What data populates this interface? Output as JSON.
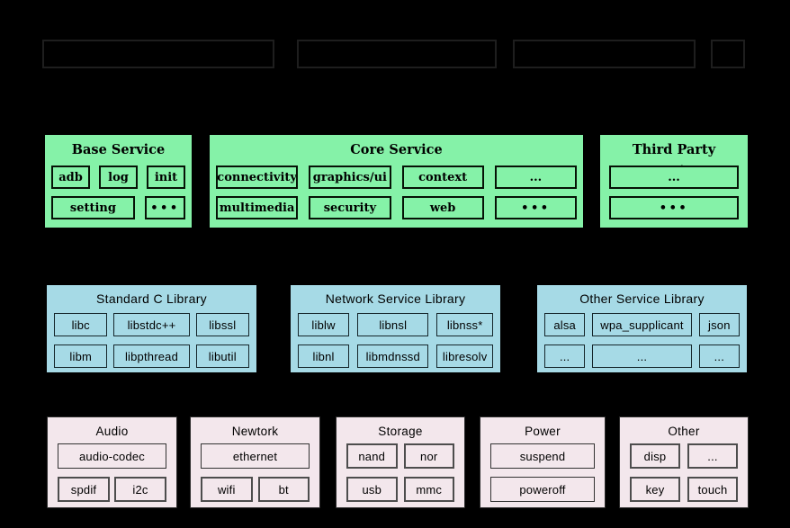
{
  "colors": {
    "background": "#000000",
    "top_box_border": "#1e1e1e",
    "service_bg": "#85f2a8",
    "library_bg": "#a6dae6",
    "driver_bg": "#f3e7ec",
    "text": "#000000"
  },
  "top_row": {
    "box_count": 4
  },
  "service_layer": {
    "panels": [
      {
        "title": "Base Service",
        "rows": [
          [
            "adb",
            "log",
            "init"
          ],
          [
            "setting",
            "•••"
          ]
        ]
      },
      {
        "title": "Core Service",
        "rows": [
          [
            "connectivity",
            "graphics/ui",
            "context",
            "..."
          ],
          [
            "multimedia",
            "security",
            "web",
            "•••"
          ]
        ]
      },
      {
        "title": "Third Party Service",
        "rows": [
          [
            "..."
          ],
          [
            "•••"
          ]
        ]
      }
    ]
  },
  "library_layer": {
    "panels": [
      {
        "title": "Standard C Library",
        "rows": [
          [
            "libc",
            "libstdc++",
            "libssl"
          ],
          [
            "libm",
            "libpthread",
            "libutil"
          ]
        ]
      },
      {
        "title": "Network Service Library",
        "rows": [
          [
            "liblw",
            "libnsl",
            "libnss*"
          ],
          [
            "libnl",
            "libmdnssd",
            "libresolv"
          ]
        ]
      },
      {
        "title": "Other Service Library",
        "rows": [
          [
            "alsa",
            "wpa_supplicant",
            "json"
          ],
          [
            "...",
            "...",
            "..."
          ]
        ]
      }
    ]
  },
  "driver_layer": {
    "panels": [
      {
        "title": "Audio",
        "rows": [
          [
            "audio-codec"
          ],
          [
            "spdif",
            "i2c"
          ]
        ]
      },
      {
        "title": "Newtork",
        "rows": [
          [
            "ethernet"
          ],
          [
            "wifi",
            "bt"
          ]
        ]
      },
      {
        "title": "Storage",
        "rows": [
          [
            "nand",
            "nor"
          ],
          [
            "usb",
            "mmc"
          ]
        ]
      },
      {
        "title": "Power",
        "rows": [
          [
            "suspend"
          ],
          [
            "poweroff"
          ]
        ]
      },
      {
        "title": "Other",
        "rows": [
          [
            "disp",
            "..."
          ],
          [
            "key",
            "touch"
          ]
        ]
      }
    ]
  }
}
